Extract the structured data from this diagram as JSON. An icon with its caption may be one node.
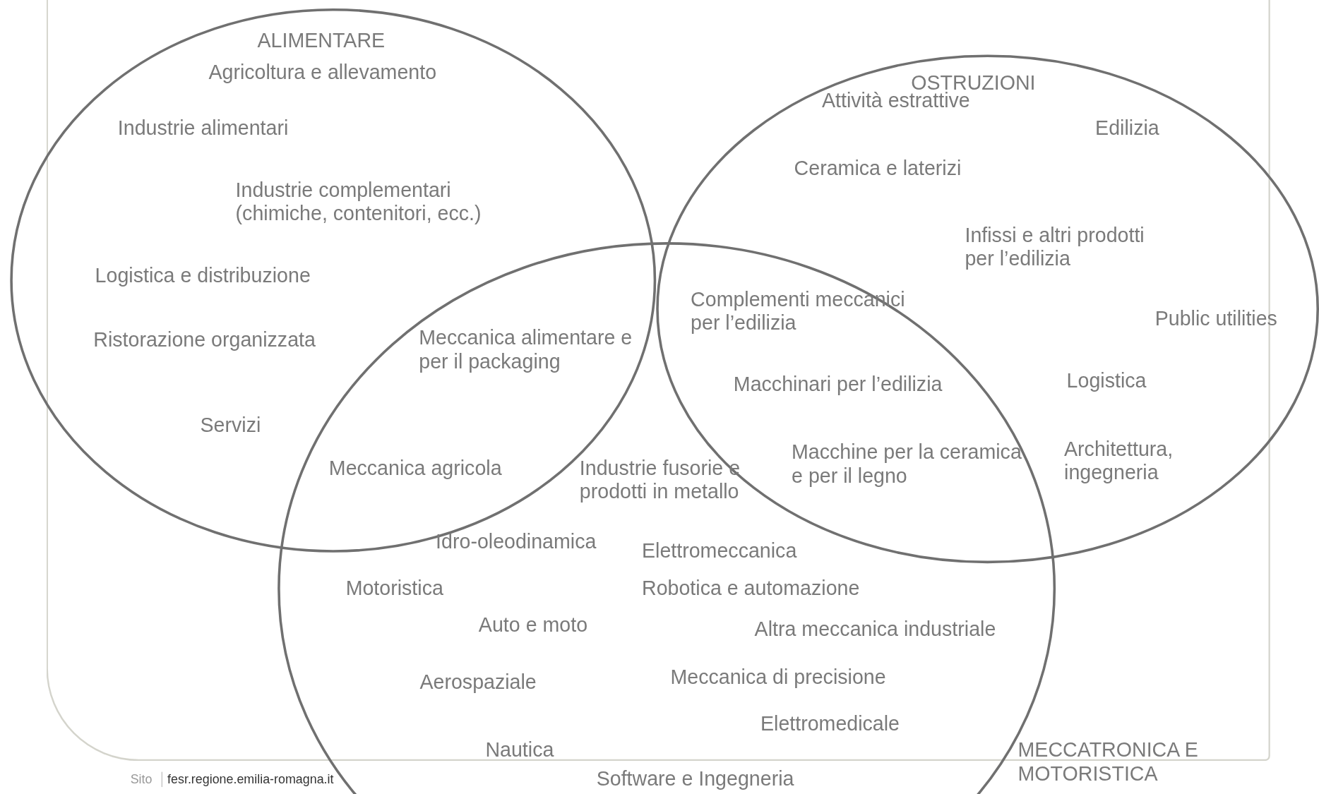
{
  "diagram": {
    "nodes": [
      {
        "text": [
          "ALIMENTARE"
        ]
      },
      {
        "text": [
          "OSTRUZIONI"
        ]
      },
      {
        "text": [
          "MECCATRONICA E MOTORISTICA"
        ]
      }
    ],
    "edges": [],
    "labels": [
      "Agricoltura e allevamento",
      "Attività estrattive",
      "Industrie alimentari",
      "Edilizia",
      "Ceramica e laterizi",
      "Industrie complementari (chimiche, contenitori, ecc.)",
      "Infissi e altri prodotti per l’edilizia",
      "Logistica e distribuzione",
      "Complementi meccanici per l’edilizia",
      "Public utilities",
      "Ristorazione organizzata",
      "Meccanica alimentare e per il packaging",
      "Macchinari per l’edilizia",
      "Logistica",
      "Servizi",
      "Meccanica agricola",
      "Industrie fusorie e prodotti in metallo",
      "Macchine per la ceramica e per il legno",
      "Architettura, ingegneria",
      "Idro-oleodinamica",
      "Elettromeccanica",
      "Motoristica",
      "Robotica e automazione",
      "Auto e moto",
      "Altra meccanica industriale",
      "Aerospaziale",
      "Meccanica di precisione",
      "Elettromedicale",
      "Nautica",
      "Software e Ingegneria",
      "Sito",
      "fesr.regione.emilia-romagna.it"
    ]
  }
}
